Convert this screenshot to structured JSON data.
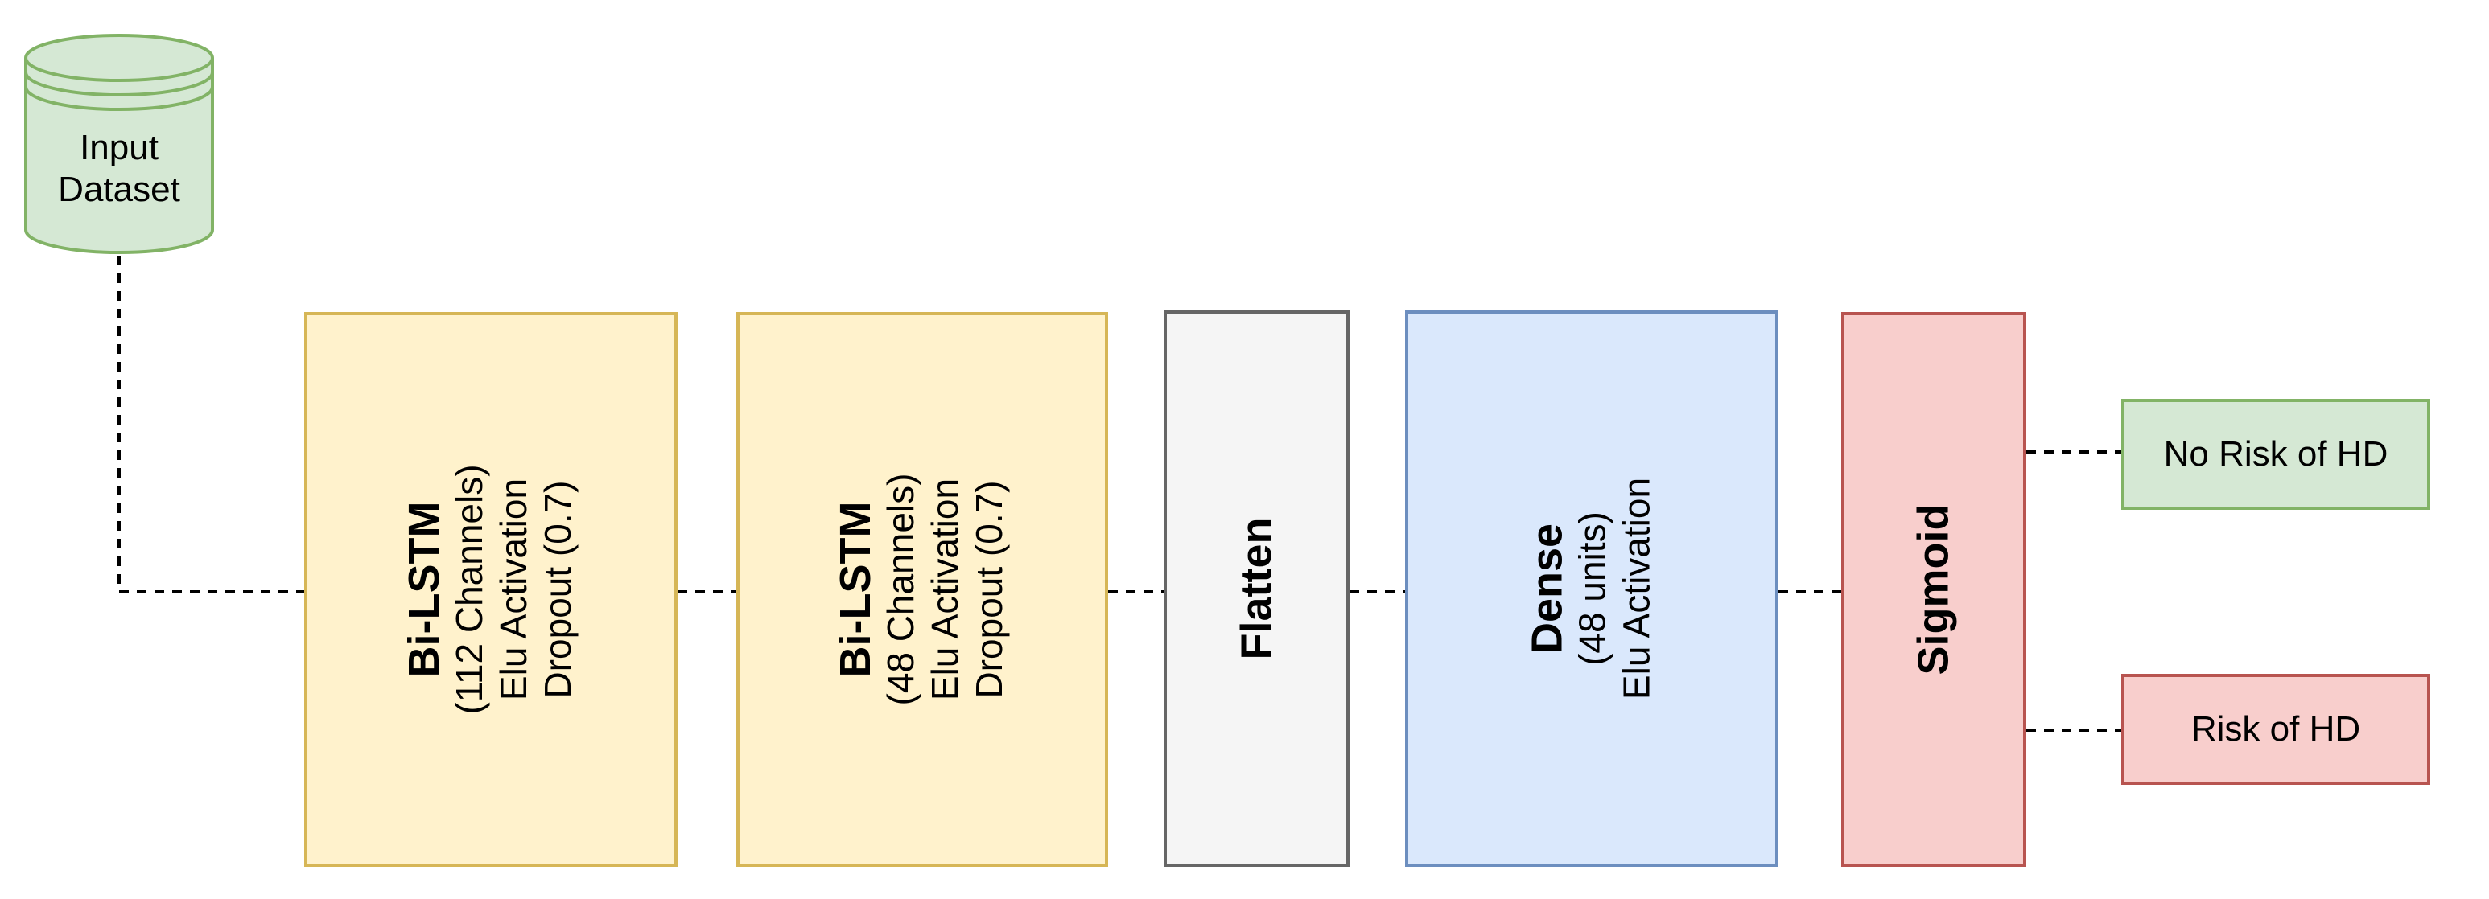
{
  "input": {
    "line1": "Input",
    "line2": "Dataset"
  },
  "blocks": [
    {
      "title": "Bi-LSTM",
      "lines": [
        "(112 Channels)",
        "Elu Activation",
        "Dropout (0.7)"
      ]
    },
    {
      "title": "Bi-LSTM",
      "lines": [
        "(48 Channels)",
        "Elu Activation",
        "Dropout (0.7)"
      ]
    },
    {
      "title": "Flatten",
      "lines": []
    },
    {
      "title": "Dense",
      "lines": [
        "(48 units)",
        "Elu Activation"
      ]
    },
    {
      "title": "Sigmoid",
      "lines": []
    }
  ],
  "outputs": {
    "no_risk": "No Risk of HD",
    "risk": "Risk of HD"
  },
  "colors": {
    "green_fill": "#d5e8d4",
    "green_border": "#82b366",
    "yellow_fill": "#fff2cc",
    "yellow_border": "#d6b656",
    "gray_fill": "#f5f5f5",
    "gray_border": "#666666",
    "blue_fill": "#dae8fc",
    "blue_border": "#6c8ebf",
    "red_fill": "#f8cecc",
    "red_border": "#b85450"
  }
}
